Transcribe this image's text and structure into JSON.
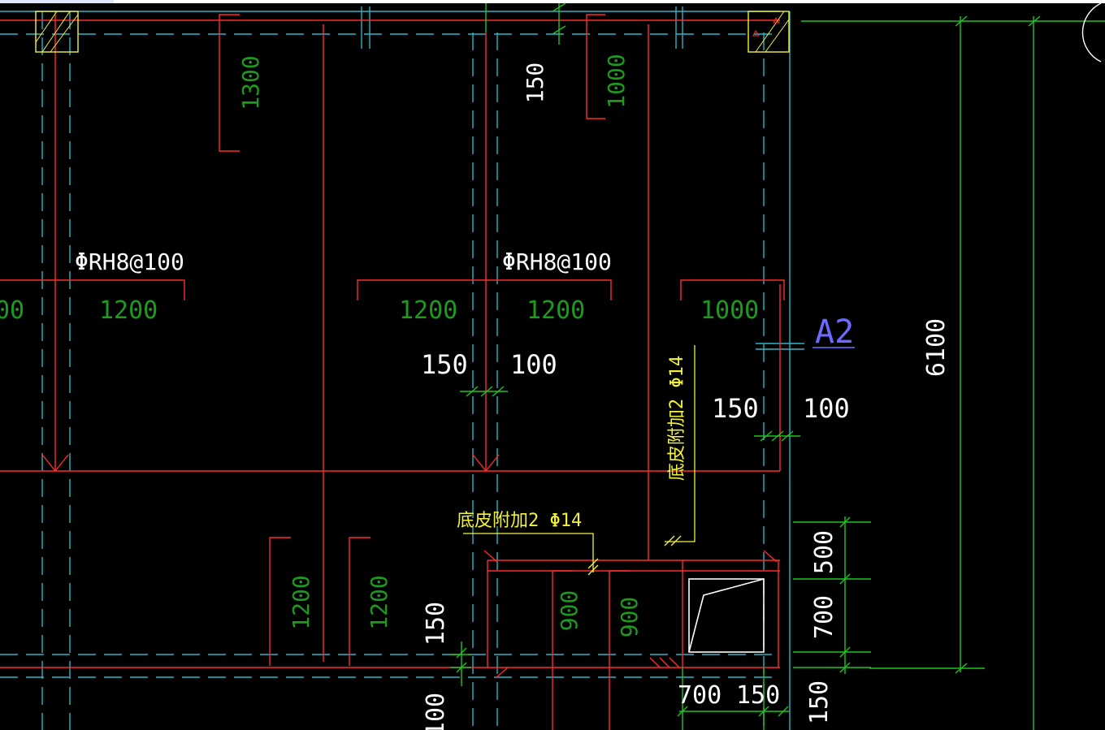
{
  "colors": {
    "background": "#000000",
    "red": "#ff2a2a",
    "green": "#1fc41f",
    "cyan": "#2ab5c8",
    "white": "#ffffff",
    "yellow": "#f2f23a",
    "blue_label": "#6b6bff",
    "dim_green_text": "#1e9a1e"
  },
  "labels": {
    "rebar_left": "ΦRH8@100",
    "rebar_mid": "ΦRH8@100",
    "extra_bar_horizontal": "底皮附加2 Φ14",
    "extra_bar_vertical": "底皮附加2 Φ14",
    "axis_a2": "A2"
  },
  "dimensions": {
    "d_1300": "1300",
    "d_1000_top": "1000",
    "d_150_top": "150",
    "d_00_cut": "00",
    "d_1200_left": "1200",
    "d_1200_mid_a": "1200",
    "d_1200_mid_b": "1200",
    "d_1000_right": "1000",
    "d_150_mid": "150",
    "d_100_mid": "100",
    "d_150_right": "150",
    "d_100_right": "100",
    "d_6100": "6100",
    "d_500": "500",
    "d_700_vert": "700",
    "d_150_bottom_right": "150",
    "d_700_horiz": "700",
    "d_150_horiz": "150",
    "d_1200_low_a": "1200",
    "d_1200_low_b": "1200",
    "d_150_low": "150",
    "d_100_low": "100",
    "d_900_a": "900",
    "d_900_b": "900"
  }
}
